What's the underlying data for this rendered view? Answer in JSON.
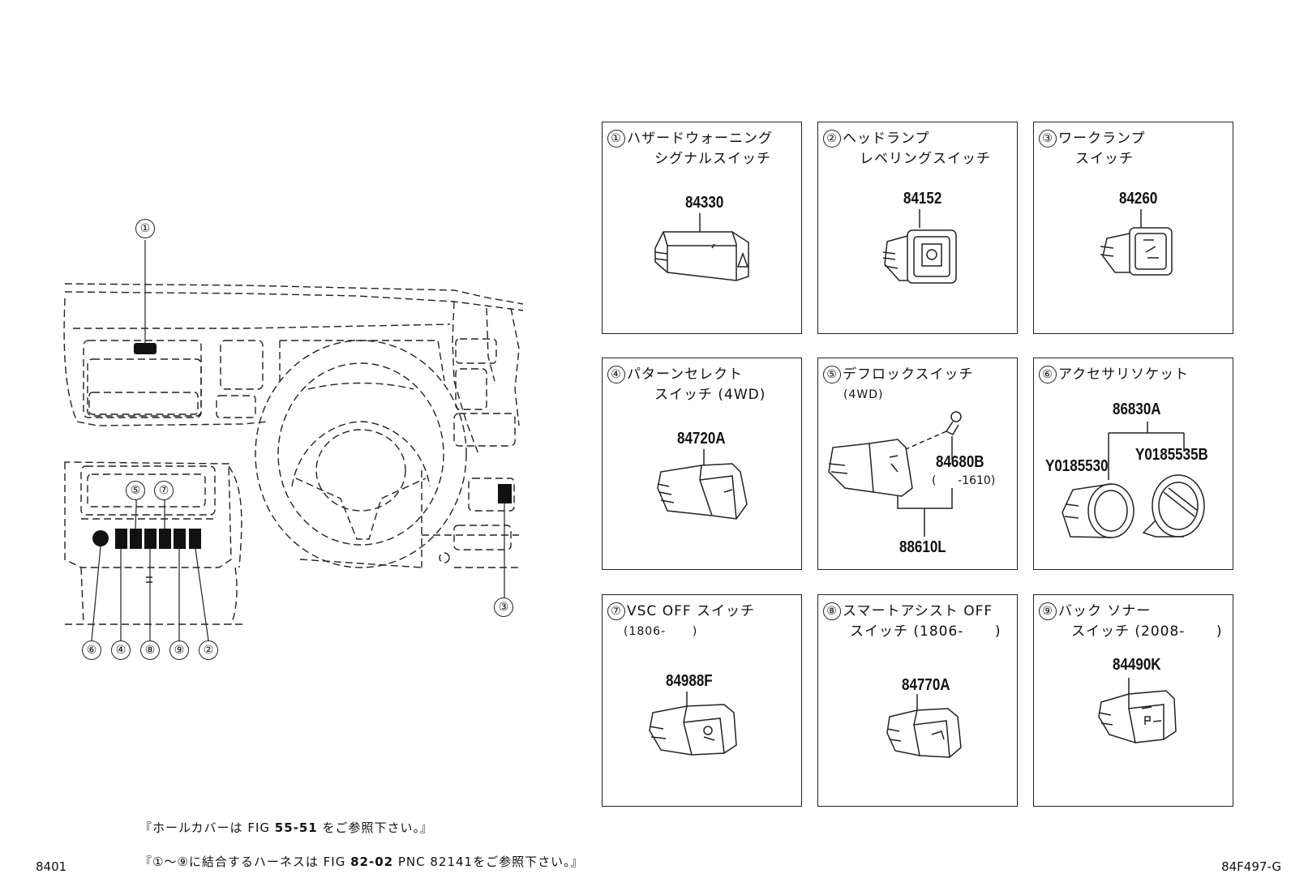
{
  "callouts": {
    "c1": "①",
    "c2": "②",
    "c3": "③",
    "c4": "④",
    "c5": "⑤",
    "c6": "⑥",
    "c7": "⑦",
    "c8": "⑧",
    "c9": "⑨"
  },
  "panels": [
    {
      "num": "①",
      "line1": "ハザードウォーニング",
      "line2": "シグナルスイッチ",
      "part": "84330"
    },
    {
      "num": "②",
      "line1": "ヘッドランプ",
      "line2": "レベリングスイッチ",
      "part": "84152"
    },
    {
      "num": "③",
      "line1": "ワークランプ",
      "line2": "スイッチ",
      "part": "84260"
    },
    {
      "num": "④",
      "line1": "パターンセレクト",
      "line2": "スイッチ (4WD)",
      "part": "84720A"
    },
    {
      "num": "⑤",
      "line1": "デフロックスイッチ",
      "line2": "(4WD)",
      "part": "84680B",
      "part_sub": "(      -1610)",
      "part2": "88610L"
    },
    {
      "num": "⑥",
      "line1": "アクセサリソケット",
      "line2": "",
      "part": "86830A",
      "part_left": "Y0185530",
      "part_right": "Y0185535B"
    },
    {
      "num": "⑦",
      "line1": "VSC OFF スイッチ",
      "line2": "(1806-      )",
      "part": "84988F"
    },
    {
      "num": "⑧",
      "line1": "スマートアシスト OFF",
      "line2": "スイッチ (1806-      )",
      "part": "84770A"
    },
    {
      "num": "⑨",
      "line1": "バック ソナー",
      "line2": "スイッチ (2008-      )",
      "part": "84490K"
    }
  ],
  "notes": {
    "note1_a": "『ホールカバーは FIG ",
    "note1_fig": "55-51",
    "note1_b": " をご参照下さい。』",
    "note2_a": "『①～⑨に結合するハーネスは FIG ",
    "note2_fig": "82-02",
    "note2_b": " PNC 82141をご参照下さい。』"
  },
  "footer": {
    "left_code": "8401",
    "right_code": "84F497-G"
  }
}
